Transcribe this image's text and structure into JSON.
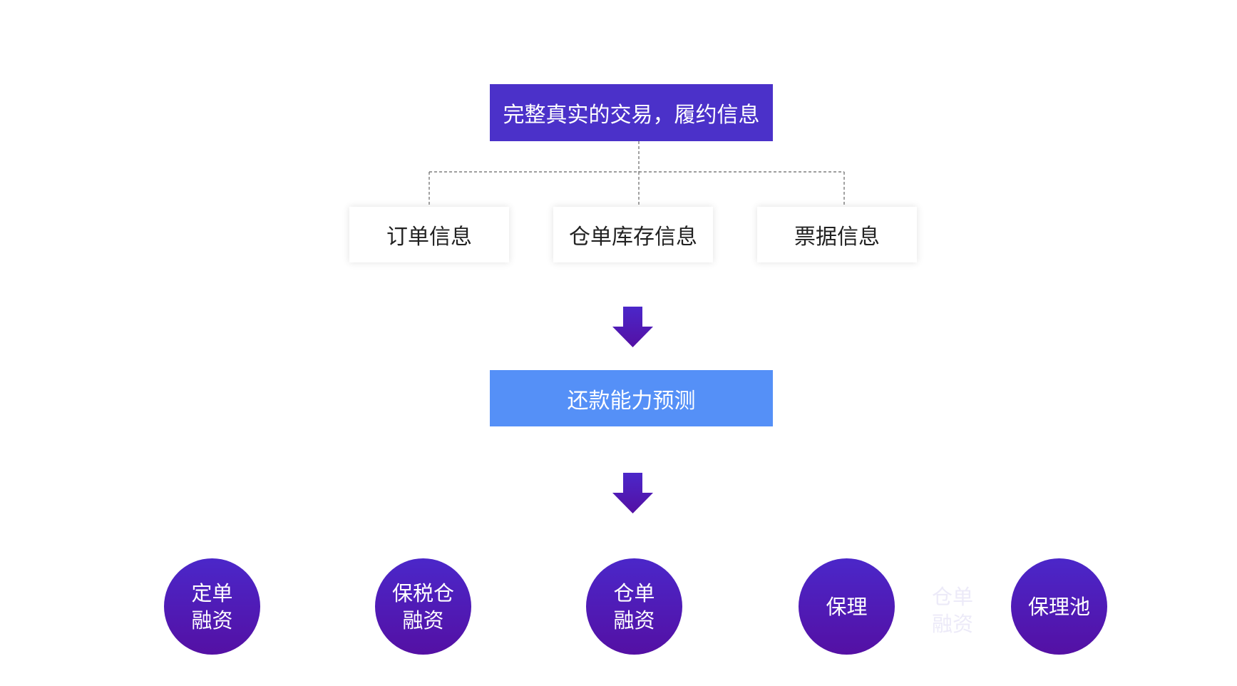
{
  "header": {
    "label": "完整真实的交易，履约信息"
  },
  "info_boxes": [
    {
      "label": "订单信息"
    },
    {
      "label": "仓单库存信息"
    },
    {
      "label": "票据信息"
    }
  ],
  "prediction": {
    "label": "还款能力预测"
  },
  "products": [
    {
      "lines": [
        "定单",
        "融资"
      ]
    },
    {
      "lines": [
        "保税仓",
        "融资"
      ]
    },
    {
      "lines": [
        "仓单",
        "融资"
      ]
    },
    {
      "lines": [
        "保理"
      ]
    },
    {
      "lines": [
        "保理池"
      ]
    }
  ],
  "ghost_product": {
    "lines": [
      "仓单",
      "融资"
    ]
  },
  "colors": {
    "header_bg": "#4b31c9",
    "prediction_bg": "#5590f7",
    "circle_top": "#4b27c9",
    "circle_bottom": "#5410a4",
    "arrow": "#4b1fb8"
  }
}
